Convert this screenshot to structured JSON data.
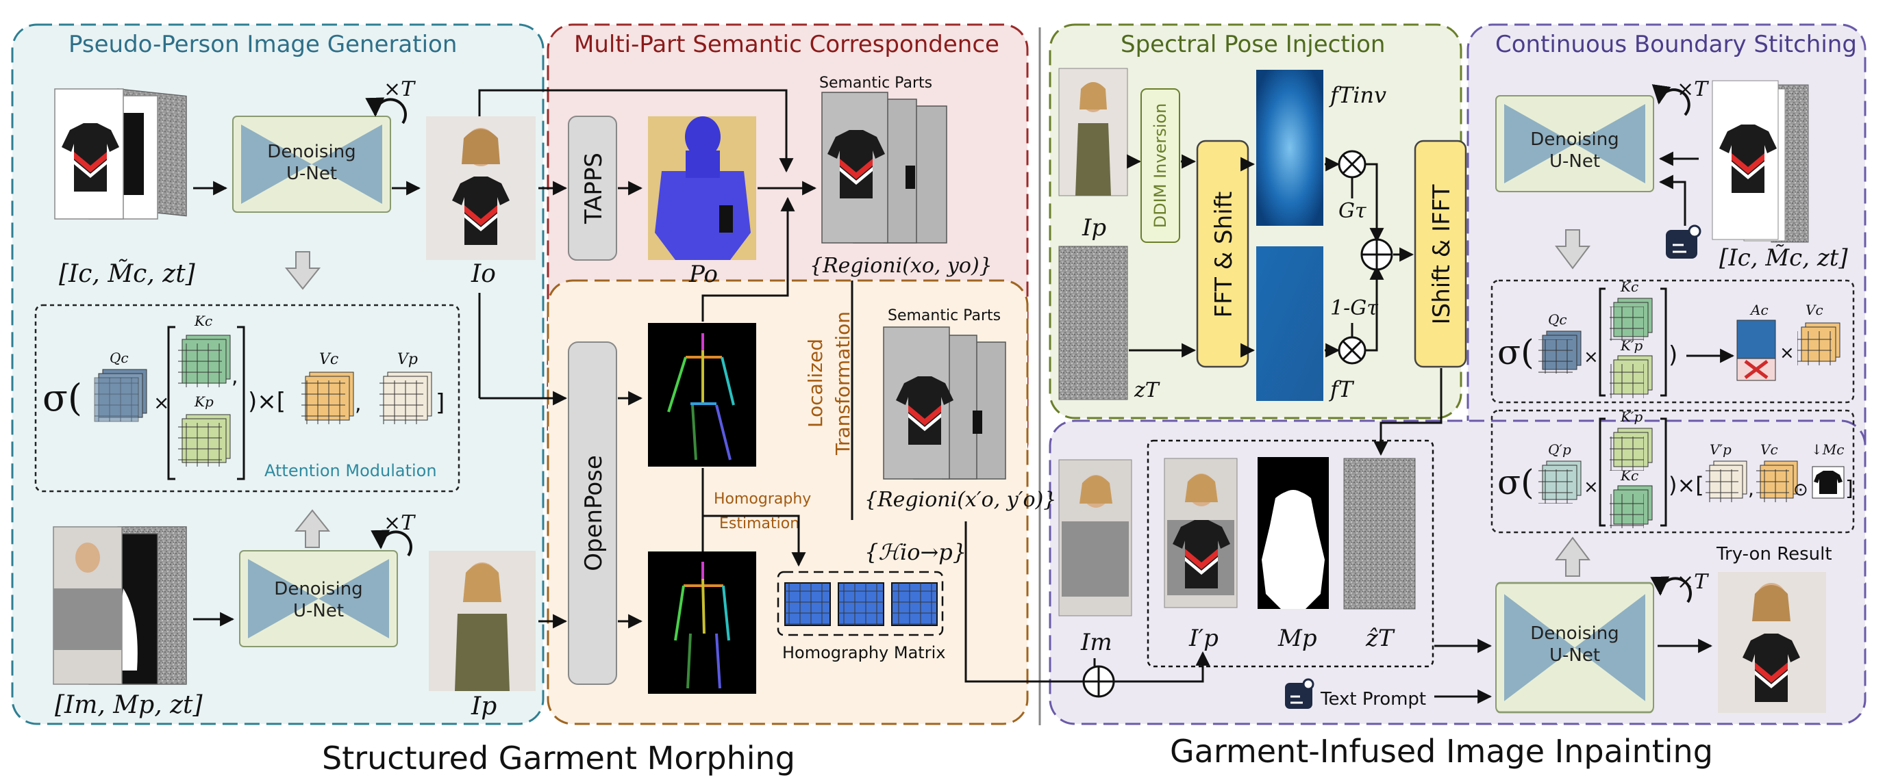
{
  "panels": {
    "pseudo_person": {
      "title": "Pseudo-Person Image Generation",
      "color": "#2e6f88"
    },
    "multi_part": {
      "title": "Multi-Part Semantic Correspondence",
      "color": "#8b1a1a"
    },
    "spectral": {
      "title": "Spectral Pose Injection",
      "color": "#4f6a1e"
    },
    "stitching": {
      "title": "Continuous Boundary Stitching",
      "color": "#4b3d8a"
    }
  },
  "modules": {
    "unet_line1": "Denoising",
    "unet_line2": "U-Net",
    "tapps": "TAPPS",
    "openpose": "OpenPose",
    "ddim": "DDIM Inversion",
    "fft_shift": "FFT & Shift",
    "ishift_ifft": "IShift & IFFT",
    "localized_line1": "Localized",
    "localized_line2": "Transformation"
  },
  "labels": {
    "times_t": "×T",
    "ic_mc_zt": "[Ic, M̃c, zt]",
    "im_mp_zt": "[Im, Mp, zt]",
    "io": "Io",
    "ip": "Ip",
    "po": "Po",
    "semantic_parts": "Semantic Parts",
    "region_xy": "{Regioni(xo, yo)}",
    "region_xy_prime": "{Regioni(x′o, y′o)}",
    "homography_estimation_1": "Homography",
    "homography_estimation_2": "Estimation",
    "homography_set": "{ℋio→p}",
    "homography_matrix": "Homography  Matrix",
    "attention_modulation": "Attention Modulation",
    "f_inv": "fTinv",
    "f_t": "fT",
    "g_tau": "Gτ",
    "one_minus_g": "1-Gτ",
    "z_t": "zT",
    "i_m": "Im",
    "ip_prime": "I′p",
    "m_p": "Mp",
    "z_hat": "ẑT",
    "text_prompt": "Text Prompt",
    "tryon_result": "Try-on Result",
    "sigma": "σ(",
    "qc": "Qc",
    "kc": "Kc",
    "kp": "Kp",
    "vc": "Vc",
    "vp": "Vp",
    "kc_prime": "Kc′",
    "kp_prime": "K′p",
    "ac": "Ac",
    "qp_prime": "Q′p",
    "vp_prime": "V′p",
    "mc_down": "↓Mc"
  },
  "sections": {
    "left": "Structured Garment Morphing",
    "right": "Garment-Infused Image Inpainting"
  },
  "colors": {
    "panel_blue_bg": "#e9f3f4",
    "panel_red_bg": "#f6e3e3",
    "panel_orange_bg": "#fcf1e3",
    "panel_green_bg": "#eef2e2",
    "panel_purple_bg": "#ece9f3",
    "unet_fill": "#e8eed6",
    "unet_triangle": "#8fb0c2",
    "module_gray": "#d9d9d9",
    "yellow_module": "#fbe68a",
    "matrix_blue": "#6c8aa8",
    "matrix_green": "#8ec49a",
    "matrix_lightgreen": "#c8dca0",
    "matrix_orange": "#f1c37a",
    "matrix_cream": "#f1eadb",
    "homography_blue": "#3f73d8"
  }
}
